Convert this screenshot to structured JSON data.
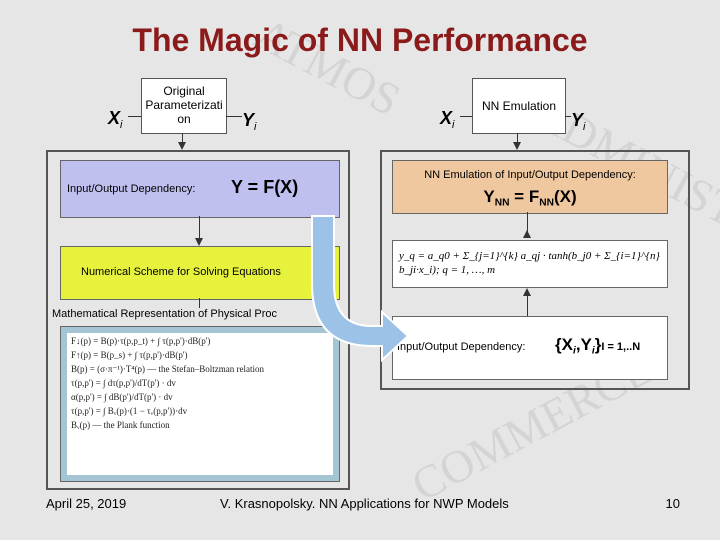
{
  "slide": {
    "title": "The Magic of NN Performance",
    "watermark": [
      "ATMOS",
      "ADMINISTRA",
      "COMMERCE"
    ],
    "left_flow": {
      "input_var": "X",
      "input_sub": "i",
      "box_label": "Original Parameterizati on",
      "output_var": "Y",
      "output_sub": "i"
    },
    "right_flow": {
      "input_var": "X",
      "input_sub": "i",
      "box_label": "NN Emulation",
      "output_var": "Y",
      "output_sub": "i"
    },
    "io_box": {
      "label": "Input/Output Dependency:",
      "formula": "Y = F(X)"
    },
    "nn_box": {
      "label": "NN Emulation of Input/Output Dependency:",
      "lhs": "Y",
      "lhs_sub": "NN",
      "eq": " = F",
      "rhs_sub": "NN",
      "rhs": "(X)"
    },
    "numerical_box": {
      "label": "Numerical Scheme for Solving Equations"
    },
    "math_box": {
      "label": "Mathematical Representation of Physical Proc",
      "equations": [
        "F↓(p) = B(p)·τ(p,p_t) + ∫ τ(p,p')·dB(p')",
        "F↑(p) = B(p_s) + ∫ τ(p,p')·dB(p')",
        "B(p) = (σ·π⁻¹)·T⁴(p) — the Stefan–Boltzman relation",
        "τ(p,p') = ∫ dτ(p,p')/dT(p') · dv",
        "α(p,p') = ∫ dB(p')/dT(p') · dv",
        "τ(p,p') = ∫ Bᵥ(p)·(1 − τᵥ(p,p'))·dv",
        "Bᵥ(p) — the Plank function"
      ]
    },
    "nn_formula": {
      "text": "y_q = a_q0 + Σ_{j=1}^{k} a_qj · tanh(b_j0 + Σ_{i=1}^{n} b_ji·x_i);  q = 1, …, m"
    },
    "dataset_box": {
      "label": "Input/Output Dependency:",
      "set_open": "{X",
      "set_sub1": "i",
      "set_mid": ",Y",
      "set_sub2": "i",
      "set_close": "}",
      "range": "I = 1,..N"
    },
    "footer": {
      "date": "April 25, 2019",
      "author": "V. Krasnopolsky.  NN Applications for NWP Models",
      "page": "10"
    }
  },
  "colors": {
    "title": "#8b1a1a",
    "io_box_fill": "#c0c0f0",
    "nn_box_fill": "#f0c8a0",
    "numerical_fill": "#e6f23c",
    "math_fill": "#a4c6d4",
    "arrow_fill": "#9cc2e8",
    "panel_border": "#555555"
  }
}
